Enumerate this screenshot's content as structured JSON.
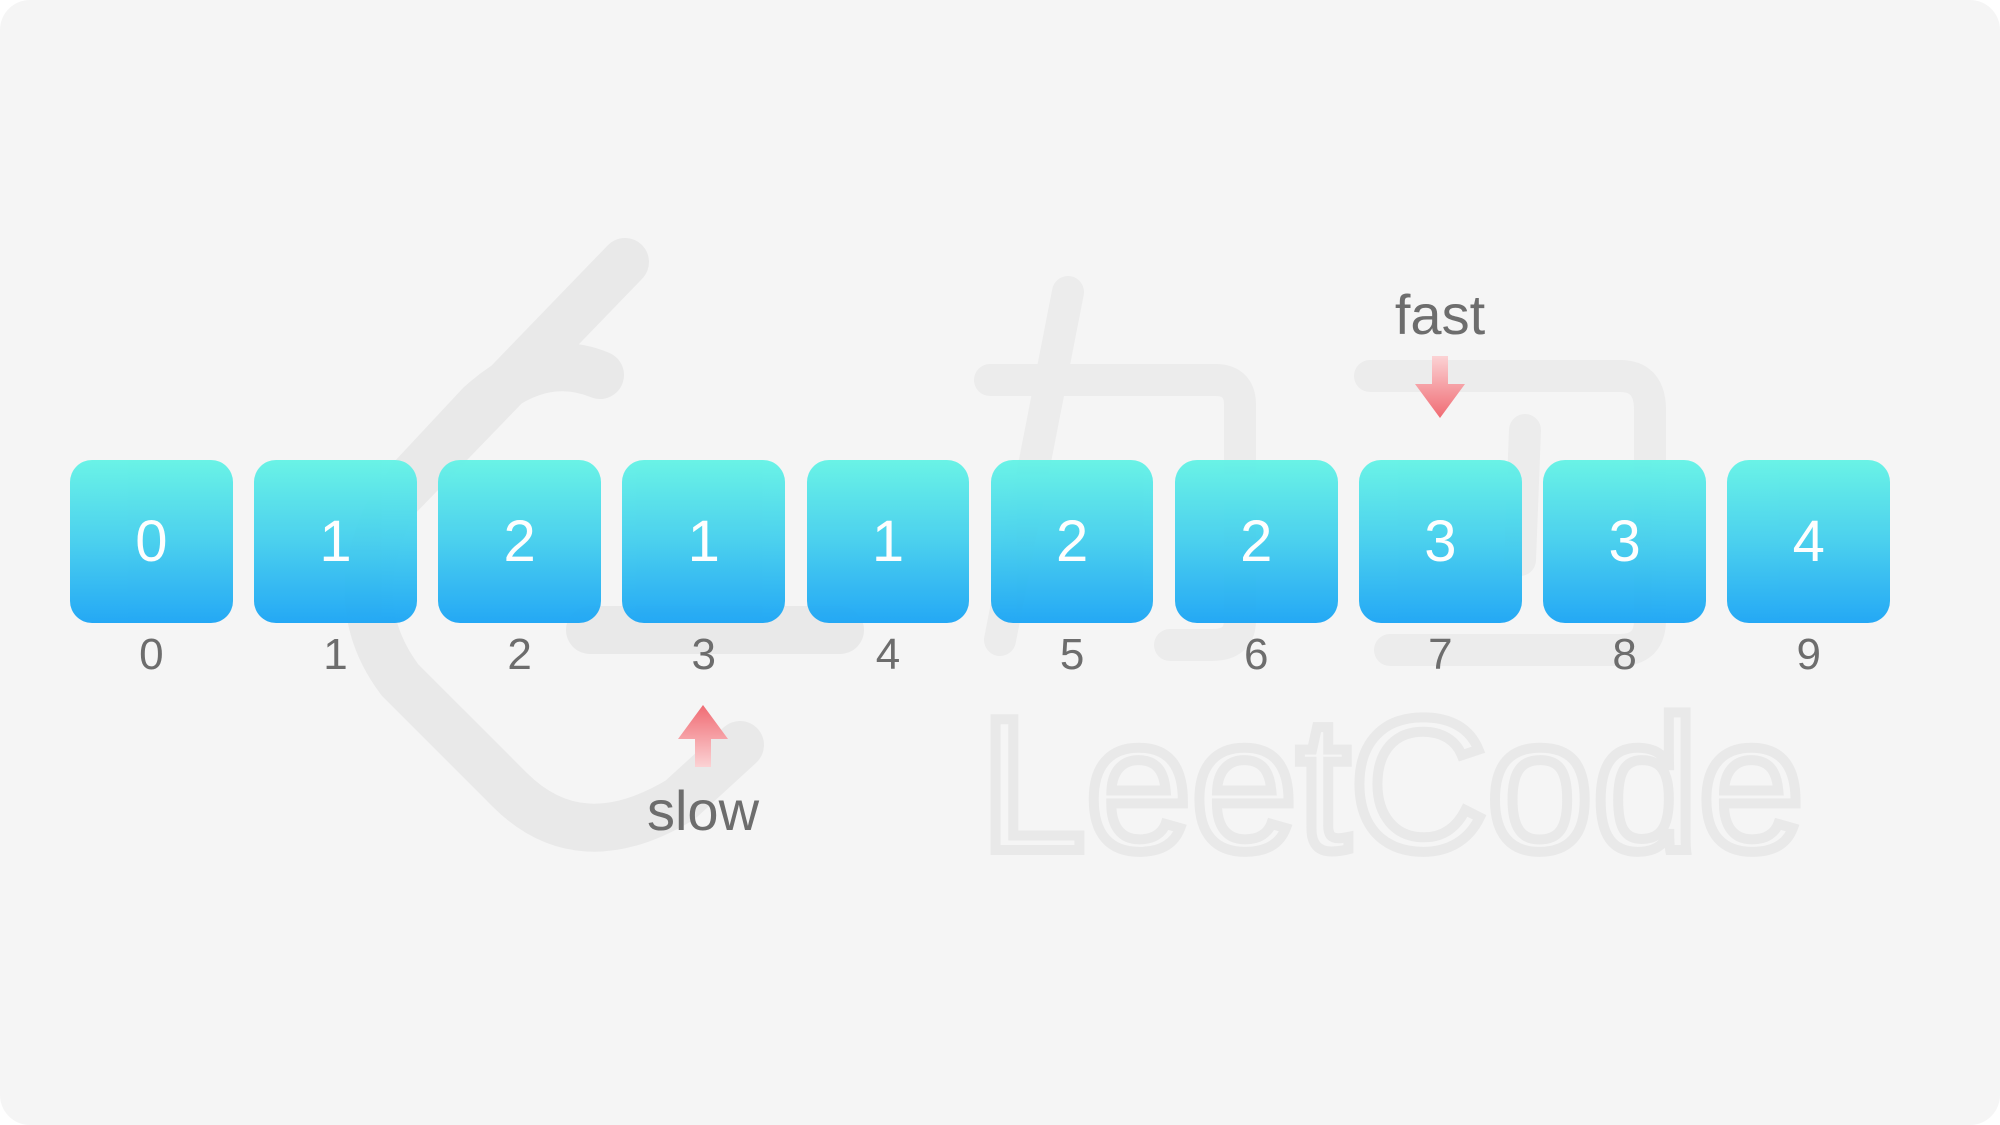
{
  "array": {
    "values": [
      "0",
      "1",
      "2",
      "1",
      "1",
      "2",
      "2",
      "3",
      "3",
      "4"
    ],
    "indices": [
      "0",
      "1",
      "2",
      "3",
      "4",
      "5",
      "6",
      "7",
      "8",
      "9"
    ]
  },
  "pointers": {
    "fast": {
      "label": "fast",
      "index": 7
    },
    "slow": {
      "label": "slow",
      "index": 3
    }
  },
  "colors": {
    "cell_top": "#66f3e6",
    "cell_bottom": "#1ea6f5",
    "arrow": "#f06b73",
    "text": "#6d6d6d",
    "background": "#f5f5f5"
  },
  "watermark": {
    "text": "LeetCode"
  }
}
